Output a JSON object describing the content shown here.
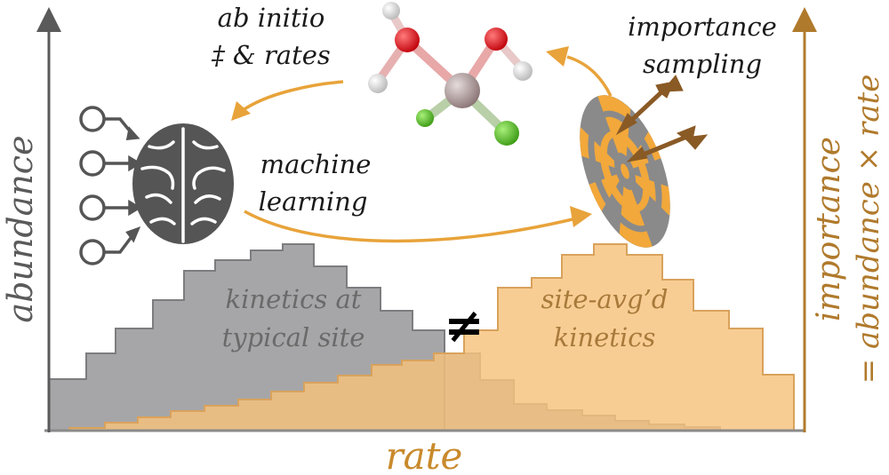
{
  "labels": {
    "left_axis": "abundance",
    "right_axis_line1": "importance",
    "right_axis_line2": "= abundance × rate",
    "x_axis": "rate",
    "ab_initio_line1": "ab initio",
    "ab_initio_line2": "‡ & rates",
    "ml_line1": "machine",
    "ml_line2": "learning",
    "is_line1": "importance",
    "is_line2": "sampling",
    "typical_line1": "kinetics at",
    "typical_line2": "typical site",
    "avg_line1": "site-avg’d",
    "avg_line2": "kinetics",
    "not_equal": "≠"
  },
  "colors": {
    "gray_axis": "#5a5a5a",
    "gold_axis": "#b07a2c",
    "gray_hist_fill": "#a6a6a8",
    "gray_hist_stroke": "#7d7d80",
    "gold_hist_fill": "#f6c27c",
    "gold_hist_stroke": "#d9a25c",
    "arrow": "#e8a33a",
    "rate_text": "#c98a2c",
    "brain": "#555555",
    "oxygen": "#e0141b",
    "carbon": "#a99595",
    "chlorine": "#5cc02a",
    "hydrogen": "#e6e6e6",
    "dart": "#8a5a25"
  },
  "icons": [
    "brain-icon",
    "network-input-icon",
    "molecule-icon",
    "dartboard-icon",
    "dart-icon"
  ]
}
